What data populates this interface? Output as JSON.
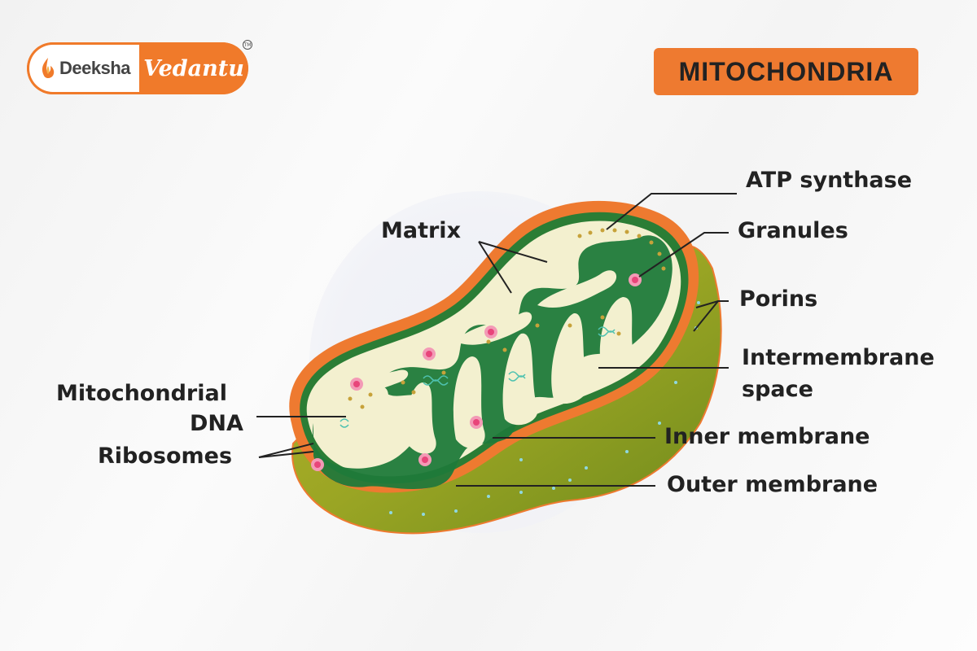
{
  "brand": {
    "left": "Deeksha",
    "right": "Vedantu",
    "trademark": "TM"
  },
  "title": "MITOCHONDRIA",
  "labels": {
    "atp_synthase": "ATP synthase",
    "granules": "Granules",
    "porins": "Porins",
    "intermembrane_1": "Intermembrane",
    "intermembrane_2": "space",
    "inner_membrane": "Inner membrane",
    "outer_membrane": "Outer membrane",
    "matrix": "Matrix",
    "mito_dna_1": "Mitochondrial",
    "mito_dna_2": "DNA",
    "ribosomes": "Ribosomes"
  },
  "colors": {
    "accent": "#ee7a30",
    "matrix_green": "#1f7a3a",
    "outer_green": "#8a9a1c",
    "cream": "#f3f0cf",
    "granule_pink": "#e8457a"
  }
}
